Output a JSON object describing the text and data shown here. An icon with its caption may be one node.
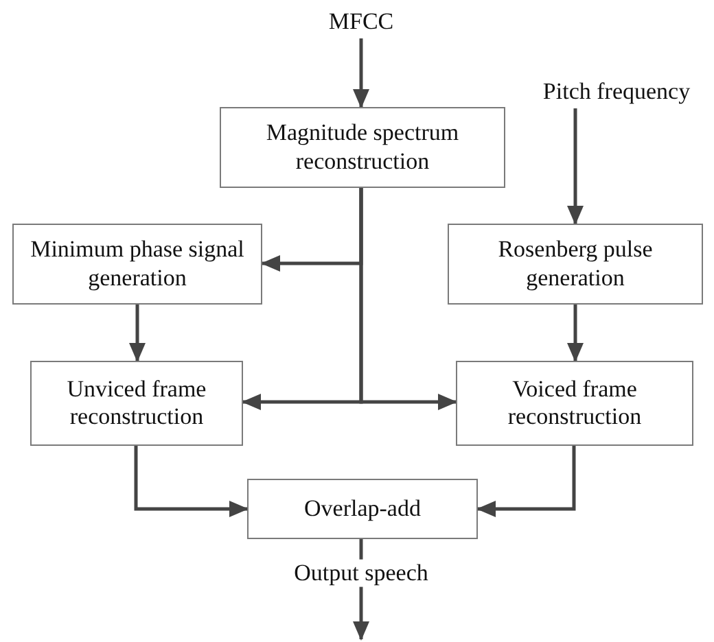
{
  "diagram": {
    "nodes": [
      {
        "text": [
          "MFCC"
        ]
      },
      {
        "text": [
          "Magnitude spectrum reconstruction"
        ]
      },
      {
        "text": [
          "Pitch frequency"
        ]
      },
      {
        "text": [
          "Minimum phase signal generation"
        ]
      },
      {
        "text": [
          "Rosenberg pulse generation"
        ]
      },
      {
        "text": [
          "Unviced frame reconstruction"
        ]
      },
      {
        "text": [
          "Voiced frame reconstruction"
        ]
      },
      {
        "text": [
          "Overlap-add"
        ]
      }
    ],
    "edges": [
      {
        "from": 0,
        "to": 1,
        "arrow": "to"
      },
      {
        "from": 2,
        "to": 4,
        "arrow": "to"
      },
      {
        "from": 1,
        "to": 3,
        "arrow": "to"
      },
      {
        "from": 1,
        "to": 5,
        "arrow": "to"
      },
      {
        "from": 1,
        "to": 6,
        "arrow": "to"
      },
      {
        "from": 3,
        "to": 5,
        "arrow": "to"
      },
      {
        "from": 4,
        "to": 6,
        "arrow": "to"
      },
      {
        "from": 5,
        "to": 7,
        "arrow": "to"
      },
      {
        "from": 6,
        "to": 7,
        "arrow": "to"
      },
      {
        "from": 7,
        "to": null,
        "arrow": "to",
        "label": "Output speech"
      }
    ]
  }
}
